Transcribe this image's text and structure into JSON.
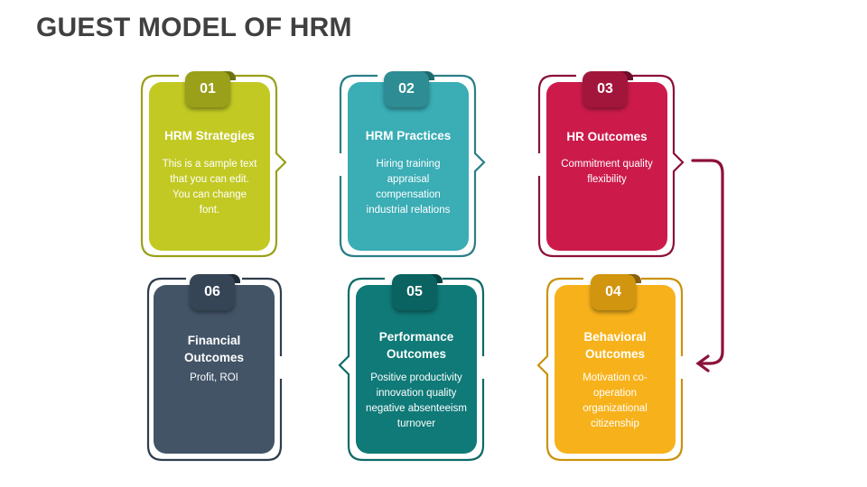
{
  "title": "GUEST MODEL OF HRM",
  "colors": {
    "c01": "#c2c923",
    "c01_dark": "#9aa01a",
    "c01_outline": "#9aa01a",
    "c02": "#3aadb5",
    "c02_dark": "#2e8d94",
    "c02_outline": "#2a7f85",
    "c03": "#cc1b4b",
    "c03_dark": "#a3163c",
    "c03_outline": "#8b1138",
    "c04": "#f7b21b",
    "c04_dark": "#d1950f",
    "c04_outline": "#c9930c",
    "c05": "#0f7a78",
    "c05_dark": "#0b6361",
    "c05_outline": "#0d6a68",
    "c06": "#435467",
    "c06_dark": "#364555",
    "c06_outline": "#2f3d4d",
    "arrow": "#8b1138",
    "title": "#404040"
  },
  "steps": [
    {
      "number": "01",
      "heading": "HRM Strategies",
      "body": "This is a sample text that you can edit. You can change font."
    },
    {
      "number": "02",
      "heading": "HRM Practices",
      "body": "Hiring training appraisal compensation industrial relations"
    },
    {
      "number": "03",
      "heading": "HR Outcomes",
      "body": "Commitment quality flexibility"
    },
    {
      "number": "04",
      "heading": "Behavioral Outcomes",
      "body": "Motivation co-operation organizational citizenship"
    },
    {
      "number": "05",
      "heading": "Performance Outcomes",
      "body": "Positive productivity innovation quality negative absenteeism turnover"
    },
    {
      "number": "06",
      "heading": "Financial Outcomes",
      "body": "Profit, ROI"
    }
  ]
}
